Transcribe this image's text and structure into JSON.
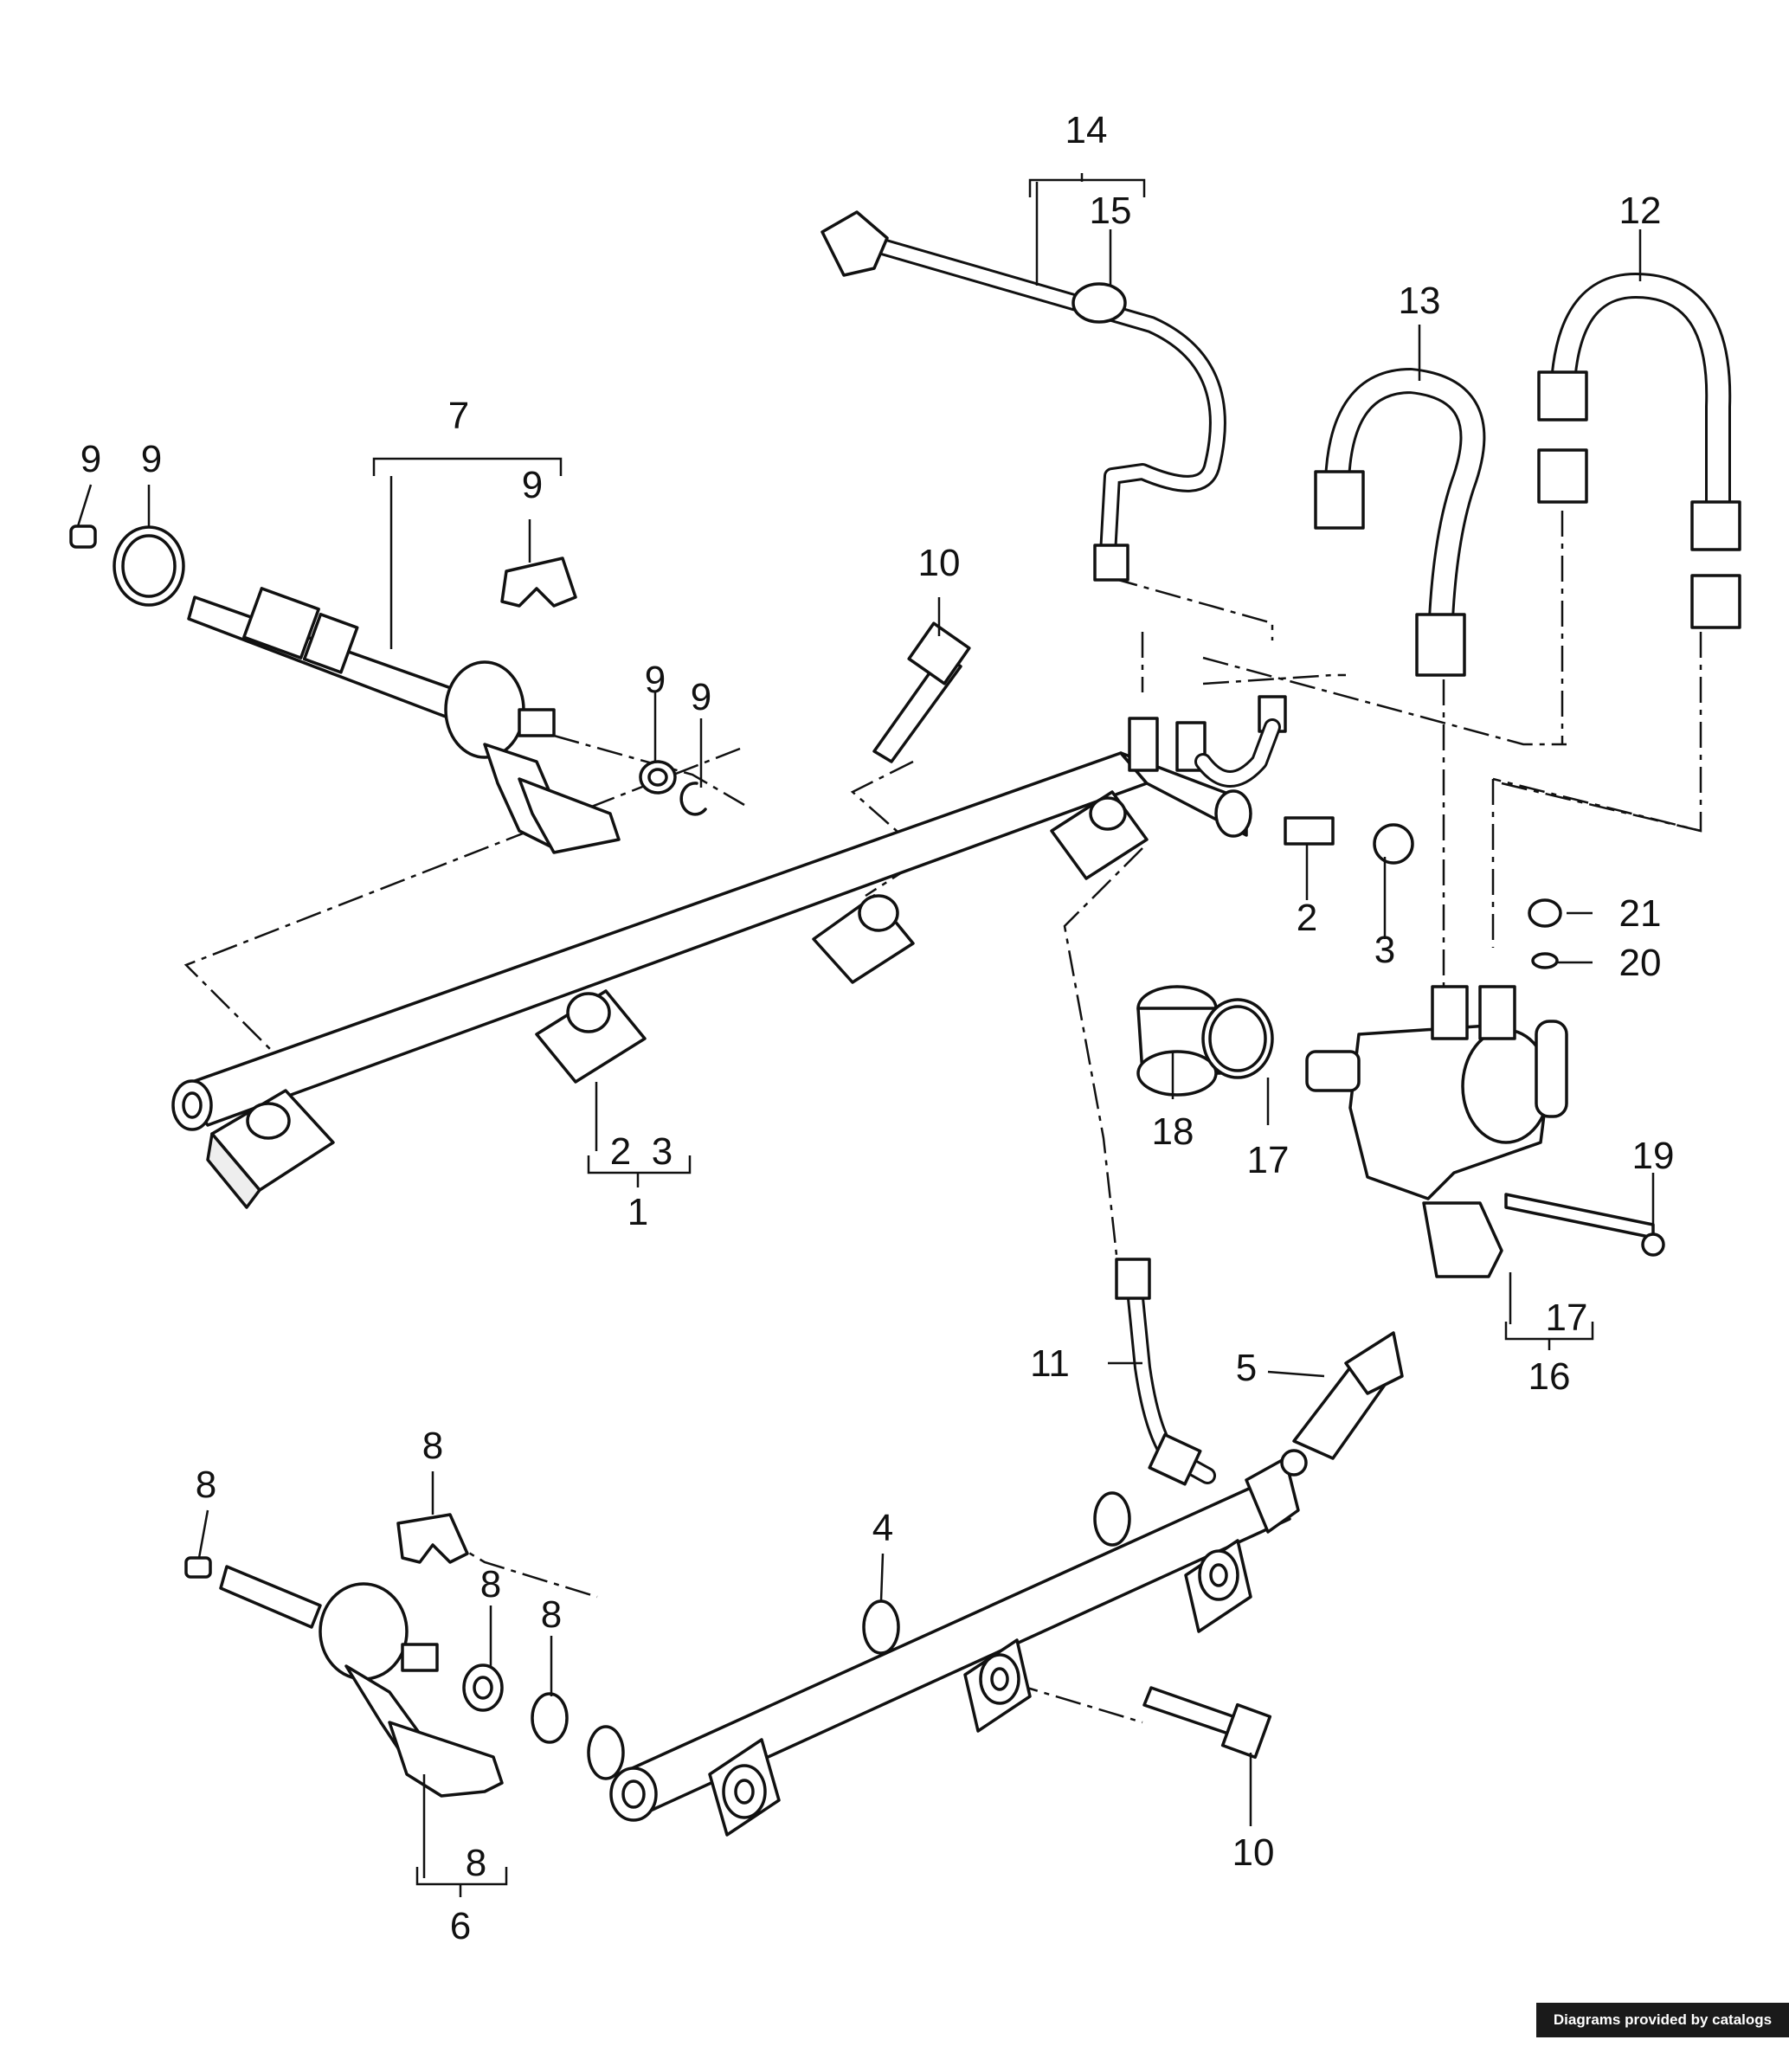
{
  "credit": "Diagrams provided by catalogs parts",
  "callouts": {
    "c1": "1",
    "c2a": "2",
    "c3a": "3",
    "c2b": "2",
    "c3b": "3",
    "c4": "4",
    "c5": "5",
    "c6": "6",
    "c7": "7",
    "c8a": "8",
    "c8b": "8",
    "c8c": "8",
    "c8d": "8",
    "c8e": "8",
    "c9a": "9",
    "c9b": "9",
    "c9c": "9",
    "c9d": "9",
    "c9e": "9",
    "c10a": "10",
    "c10b": "10",
    "c11": "11",
    "c12": "12",
    "c13": "13",
    "c14": "14",
    "c15": "15",
    "c16": "16",
    "c17a": "17",
    "c17b": "17",
    "c18": "18",
    "c19": "19",
    "c20": "20",
    "c21": "21"
  }
}
